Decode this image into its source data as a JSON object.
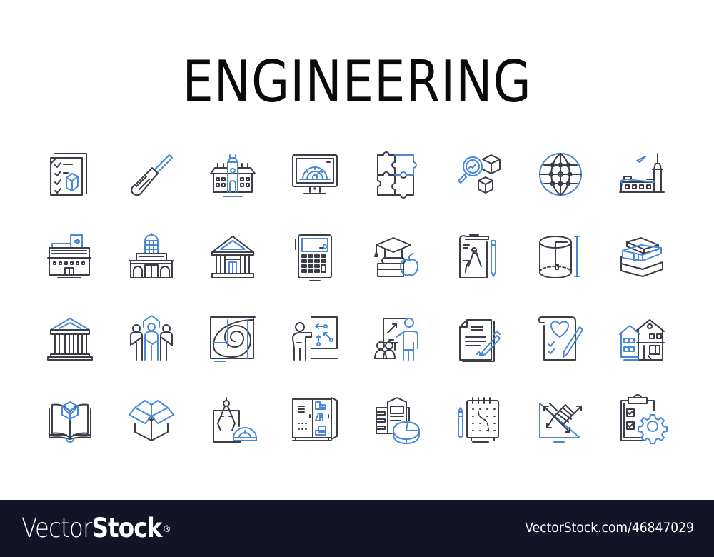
{
  "title": "ENGINEERING",
  "colors": {
    "background": "#ffffff",
    "title_text": "#0a0a0a",
    "icon_stroke_dark": "#3b3e47",
    "icon_stroke_accent": "#4a88d6",
    "footer_background": "#131427",
    "footer_text": "#ffffff"
  },
  "icon_grid": {
    "rows": 4,
    "columns": 8,
    "icons": [
      [
        "checklist-document-icon",
        "screwdriver-icon",
        "university-building-icon",
        "monitor-gauge-icon",
        "puzzle-icon",
        "magnifier-cubes-icon",
        "globe-network-icon",
        "airport-tower-icon"
      ],
      [
        "hospital-building-icon",
        "observatory-building-icon",
        "museum-building-icon",
        "calculator-icon",
        "graduation-books-apple-icon",
        "drafting-compass-pencil-icon",
        "cylinder-dimension-icon",
        "book-stack-icon"
      ],
      [
        "courthouse-icon",
        "team-people-icon",
        "golden-ratio-spiral-icon",
        "presenter-strategy-board-icon",
        "teacher-audience-icon",
        "signed-contract-icon",
        "wishlist-pen-icon",
        "houses-icon"
      ],
      [
        "open-book-cube-icon",
        "open-box-icon",
        "compass-protractor-icon",
        "locker-cabinet-icon",
        "building-pie-chart-icon",
        "notepad-route-pencil-icon",
        "ruler-triangle-resize-icon",
        "clipboard-gear-icon"
      ]
    ]
  },
  "footer": {
    "logo_light": "Vector",
    "logo_bold": "Stock",
    "logo_mark": "®",
    "url": "VectorStock.com/46847029"
  }
}
